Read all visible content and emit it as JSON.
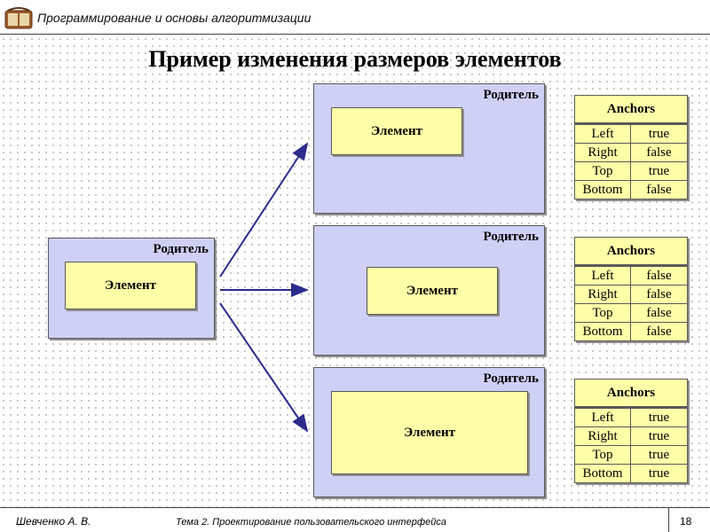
{
  "header": {
    "title": "Программирование и основы алгоритмизации",
    "logo_icon": "book-icon"
  },
  "slide": {
    "title": "Пример изменения размеров элементов"
  },
  "source": {
    "parent_label": "Родитель",
    "element_label": "Элемент"
  },
  "results": [
    {
      "parent_label": "Родитель",
      "element_label": "Элемент",
      "anchors": {
        "header": "Anchors",
        "rows": [
          {
            "key": "Left",
            "value": "true"
          },
          {
            "key": "Right",
            "value": "false"
          },
          {
            "key": "Top",
            "value": "true"
          },
          {
            "key": "Bottom",
            "value": "false"
          }
        ]
      }
    },
    {
      "parent_label": "Родитель",
      "element_label": "Элемент",
      "anchors": {
        "header": "Anchors",
        "rows": [
          {
            "key": "Left",
            "value": "false"
          },
          {
            "key": "Right",
            "value": "false"
          },
          {
            "key": "Top",
            "value": "false"
          },
          {
            "key": "Bottom",
            "value": "false"
          }
        ]
      }
    },
    {
      "parent_label": "Родитель",
      "element_label": "Элемент",
      "anchors": {
        "header": "Anchors",
        "rows": [
          {
            "key": "Left",
            "value": "true"
          },
          {
            "key": "Right",
            "value": "true"
          },
          {
            "key": "Top",
            "value": "true"
          },
          {
            "key": "Bottom",
            "value": "true"
          }
        ]
      }
    }
  ],
  "footer": {
    "author": "Шевченко А. В.",
    "topic": "Тема 2. Проектирование пользовательского интерфейса",
    "page": "18"
  },
  "colors": {
    "parent_fill": "#cfd0f6",
    "element_fill": "#ffffa8",
    "arrow": "#2c2c8c"
  }
}
